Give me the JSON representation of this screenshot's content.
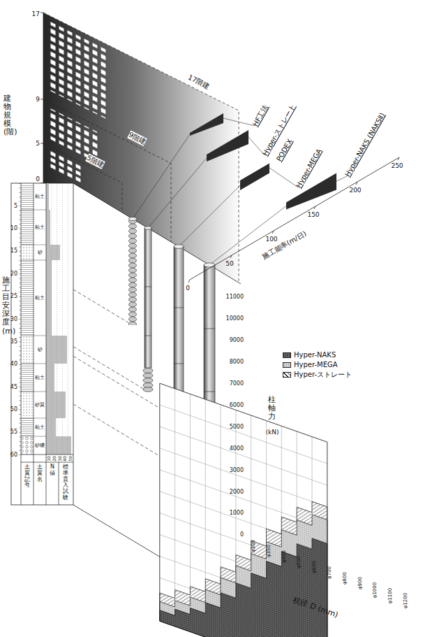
{
  "diagram": {
    "labels": [
      "17",
      "9",
      "5",
      "0",
      "建物規模(階)",
      "17階建",
      "9階建",
      "5階建",
      "施工目安深度(m)",
      "5",
      "10",
      "15",
      "20",
      "25",
      "30",
      "35",
      "40",
      "45",
      "50",
      "55",
      "60",
      "粘土",
      "粘土",
      "砂",
      "粘土",
      "砂",
      "粘土",
      "砂質",
      "粘土",
      "砂礫",
      "10",
      "20",
      "30",
      "40",
      "50",
      "土質記号",
      "土質名",
      "N値",
      "標準貫入試験",
      "HF工法",
      "Hyper-ストレート",
      "PODEX",
      "Hyper-MEGA",
      "Hyper-NAKS (NAKSⅡ)",
      "0",
      "50",
      "100",
      "150",
      "200",
      "250",
      "施工能率(m/日)",
      "0",
      "1000",
      "2000",
      "3000",
      "4000",
      "5000",
      "6000",
      "7000",
      "8000",
      "9000",
      "10000",
      "11000",
      "柱軸力",
      "(kN)",
      "φ300",
      "φ350",
      "φ400",
      "φ500",
      "φ600",
      "φ700",
      "φ800",
      "φ900",
      "φ1000",
      "φ1100",
      "φ1200",
      "杭径 D (mm)"
    ],
    "legend": [
      {
        "text": "Hyper-NAKS",
        "color": "#4d4d4d"
      },
      {
        "text": "Hyper-MEGA",
        "color": "#d4d4d4"
      },
      {
        "text": "Hyper-ストレート",
        "color": "#ffffff"
      }
    ]
  }
}
